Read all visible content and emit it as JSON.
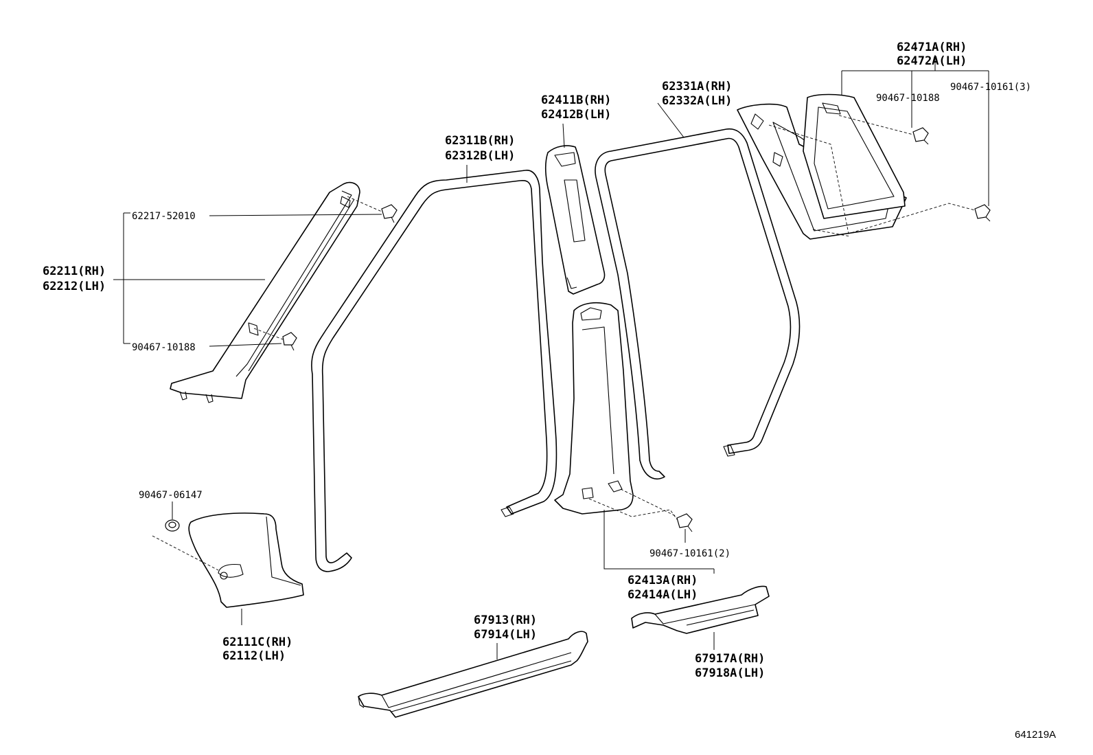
{
  "labels": {
    "p62471": "62471A(RH)",
    "p62472": "62472A(LH)",
    "p90467_10161_3": "90467-10161(3)",
    "p90467_10188_top": "90467-10188",
    "p62331": "62331A(RH)",
    "p62332": "62332A(LH)",
    "p62411": "62411B(RH)",
    "p62412": "62412B(LH)",
    "p62311": "62311B(RH)",
    "p62312": "62312B(LH)",
    "p62217": "62217-52010",
    "p62211": "62211(RH)",
    "p62212": "62212(LH)",
    "p90467_10188_left": "90467-10188",
    "p90467_06147": "90467-06147",
    "p90467_10161_2": "90467-10161(2)",
    "p62413": "62413A(RH)",
    "p62414": "62414A(LH)",
    "p62111": "62111C(RH)",
    "p62112": "62112(LH)",
    "p67913": "67913(RH)",
    "p67914": "67914(LH)",
    "p67917": "67917A(RH)",
    "p67918": "67918A(LH)",
    "ref_code": "641219A"
  }
}
